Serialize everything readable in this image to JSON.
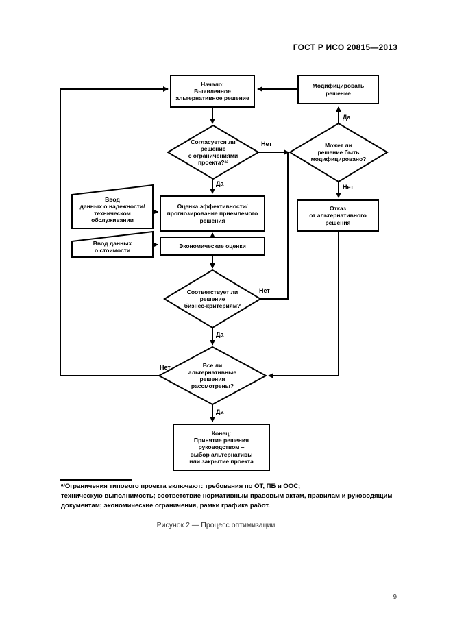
{
  "page": {
    "header": "ГОСТ Р ИСО 20815—2013",
    "number": "9",
    "caption": "Рисунок 2 — Процесс оптимизации"
  },
  "footnote": {
    "text": "ᵃ⁾Ограничения типового проекта включают: требования по ОТ, ПБ и ООС;\nтехническую выполнимость; соответствие нормативным правовым актам, правилам и руководящим\nдокументам; экономические ограничения, рамки графика работ."
  },
  "flowchart": {
    "nodes": {
      "start": "Начало:\nВыявленное\nальтернативное решение",
      "modify": "Модифицировать\nрешение",
      "constraints_question": "Согласуется ли\nрешение\nс ограничениями\nпроекта?ᵃ⁾",
      "modifiable_question": "Может ли\nрешение быть\nмодифицировано?",
      "input_reliability": "Ввод\nданных о надежности/\nтехническом\nобслуживании",
      "input_cost": "Ввод данных\nо стоимости",
      "evaluation": "Оценка эффективности/\nпрогнозирование приемлемого\nрешения",
      "economic": "Экономические оценки",
      "reject": "Отказ\nот альтернативного\nрешения",
      "business_question": "Соответствует ли\nрешение\nбизнес-критериям?",
      "all_considered_question": "Все ли\nальтернативные\nрешения\nрассмотрены?",
      "end": "Конец:\nПринятие решения\nруководством –\nвыбор альтернативы\nили закрытие проекта"
    },
    "labels": {
      "yes": "Да",
      "no": "Нет"
    }
  }
}
